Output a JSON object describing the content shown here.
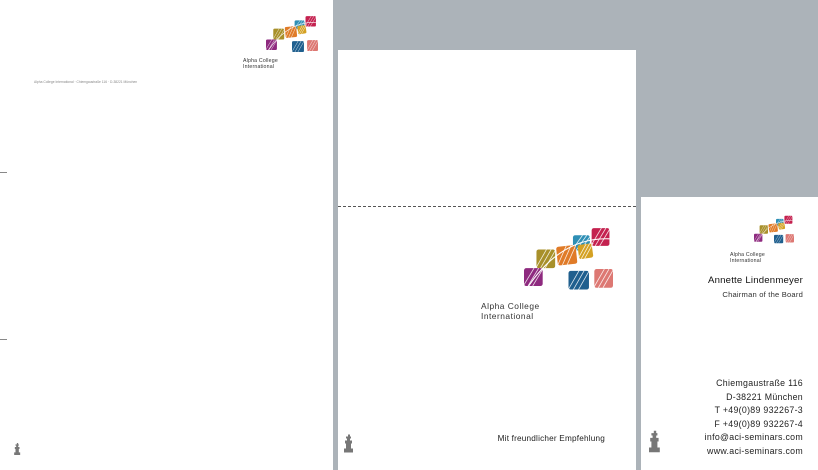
{
  "brand": {
    "name_line1": "Alpha College",
    "name_line2": "International",
    "logo_colors": {
      "red": "#c4214f",
      "gold": "#d4a123",
      "teal": "#2e8fb5",
      "orange": "#e07b28",
      "olive": "#a8902a",
      "purple": "#8e2a7f",
      "navy": "#1f5f8e",
      "salmon": "#dd7873"
    },
    "logo_icon": "square-tiles-icon"
  },
  "letterhead": {
    "sender_line": "Alpha College International · Chiemgaustraße 116 · D-38221 München"
  },
  "compliment_slip": {
    "text": "Mit freundlicher Empfehlung"
  },
  "business_card": {
    "name": "Annette Lindenmeyer",
    "title": "Chairman of the Board",
    "address": [
      "Chiemgaustraße 116",
      "D-38221 München",
      "T +49(0)89 932267-3",
      "F +49(0)89 932267-4",
      "info@aci-seminars.com",
      "www.aci-seminars.com"
    ]
  },
  "colors": {
    "desk_background": "#acb3b9",
    "paper": "#ffffff"
  },
  "icons": {
    "statue": "statue-icon"
  }
}
